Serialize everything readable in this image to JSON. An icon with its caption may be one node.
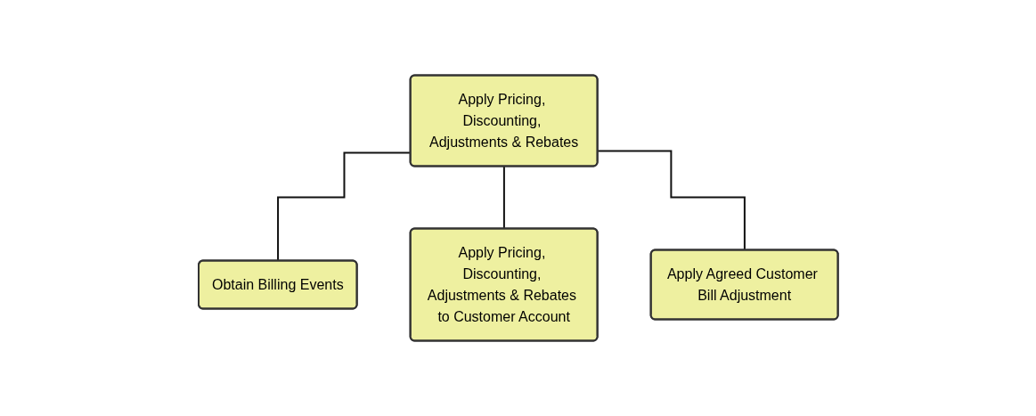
{
  "diagram": {
    "nodes": [
      {
        "text": [
          "Apply Pricing, Discounting, Adjustments & Rebates"
        ]
      },
      {
        "text": [
          "Obtain Billing Events"
        ]
      },
      {
        "text": [
          "Apply Pricing, Discounting, Adjustments & Rebates to Customer Account"
        ]
      },
      {
        "text": [
          "Apply Agreed Customer Bill Adjustment"
        ]
      }
    ],
    "edges": [
      {
        "from": 0,
        "to": 1,
        "arrow": "none"
      },
      {
        "from": 0,
        "to": 2,
        "arrow": "none"
      },
      {
        "from": 0,
        "to": 3,
        "arrow": "none"
      }
    ]
  }
}
